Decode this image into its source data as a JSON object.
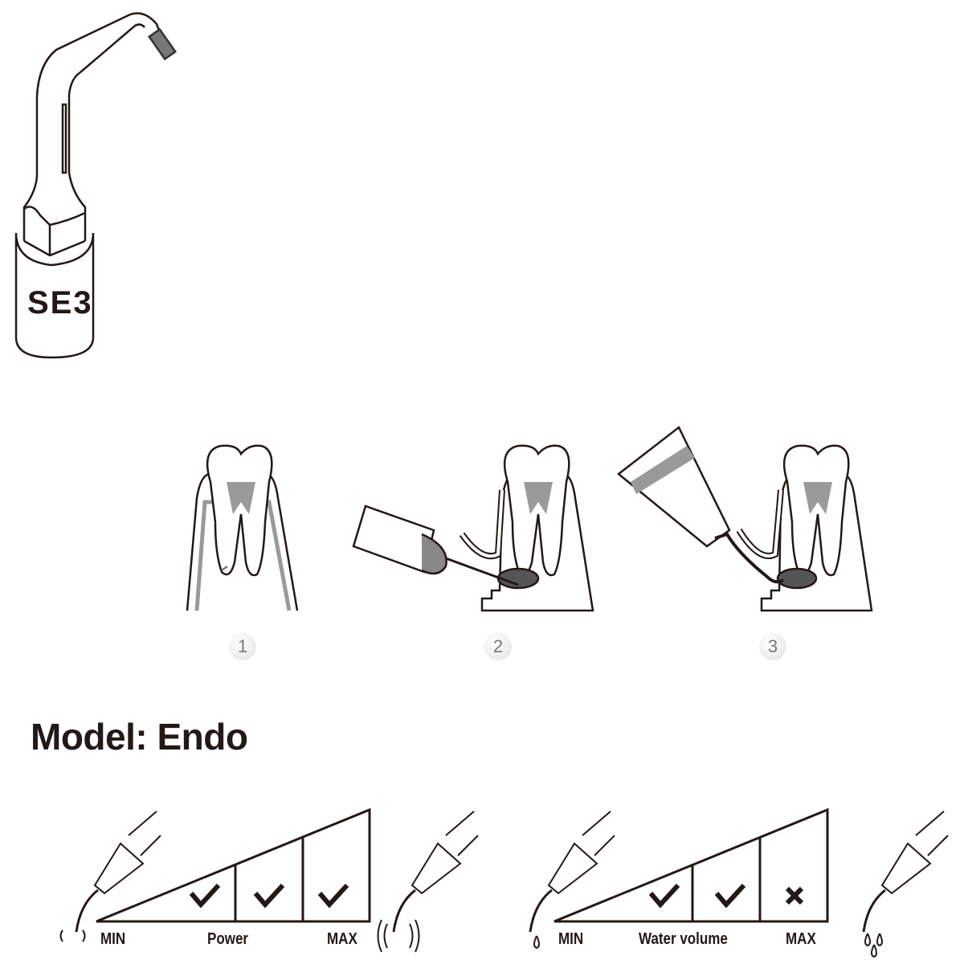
{
  "tip": {
    "code": "SE3"
  },
  "steps": [
    {
      "number": "1"
    },
    {
      "number": "2"
    },
    {
      "number": "3"
    }
  ],
  "model": {
    "title": "Model: Endo"
  },
  "power_scale": {
    "min": "MIN",
    "label": "Power",
    "max": "MAX",
    "levels": [
      "check",
      "check",
      "check"
    ]
  },
  "water_scale": {
    "min": "MIN",
    "label": "Water volume",
    "max": "MAX",
    "levels": [
      "check",
      "check",
      "cross"
    ]
  },
  "colors": {
    "ink": "#231815",
    "tip_gray": "#777777",
    "pulp_gray": "#9a9a9a"
  }
}
